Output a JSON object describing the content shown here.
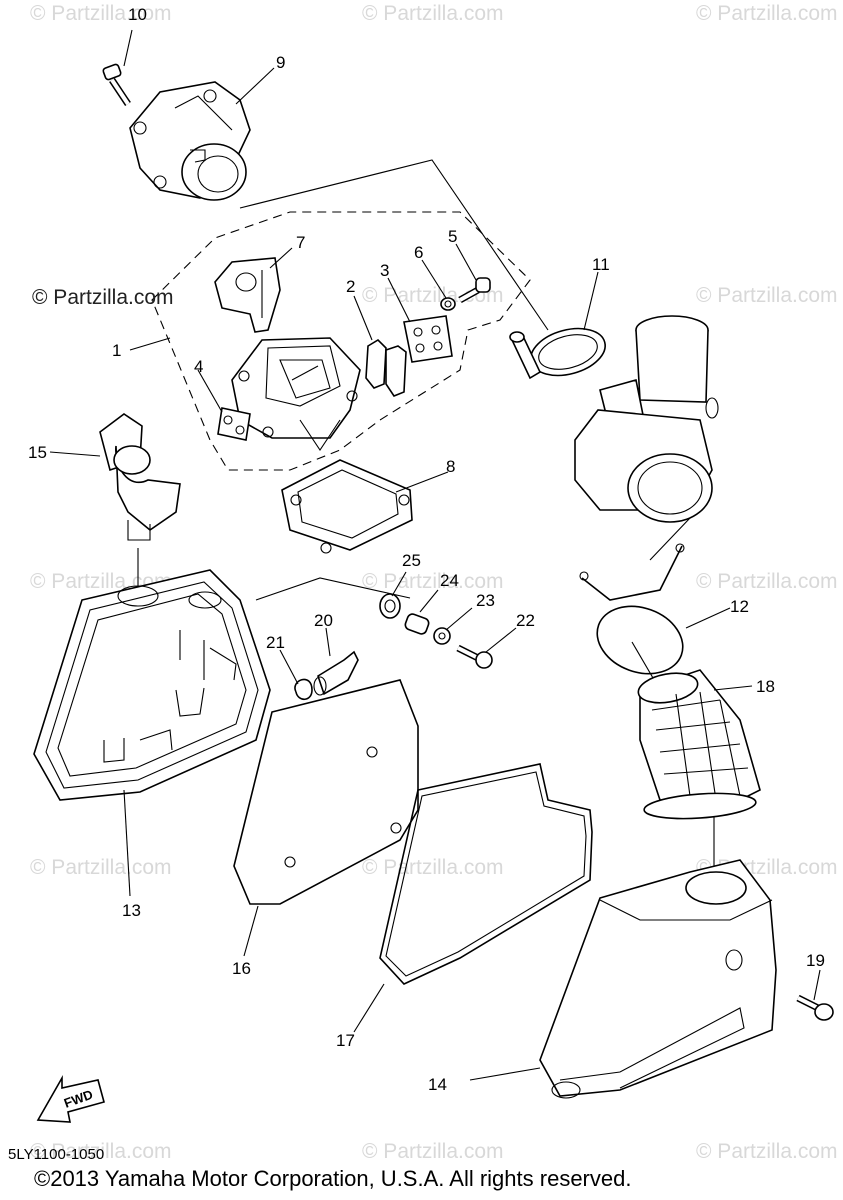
{
  "watermark": "© Partzilla.com",
  "brand_text": "© Partzilla.com",
  "labels": {
    "l1": "1",
    "l2": "2",
    "l3": "3",
    "l4": "4",
    "l5": "5",
    "l6": "6",
    "l7": "7",
    "l8": "8",
    "l9": "9",
    "l10": "10",
    "l11": "11",
    "l12": "12",
    "l13": "13",
    "l14": "14",
    "l15": "15",
    "l16": "16",
    "l17": "17",
    "l18": "18",
    "l19": "19",
    "l20": "20",
    "l21": "21",
    "l22": "22",
    "l23": "23",
    "l24": "24",
    "l25": "25"
  },
  "fwd_label": "FWD",
  "diagram_code": "5LY1100-1050",
  "copyright": "©2013 Yamaha Motor Corporation, U.S.A. All rights reserved."
}
